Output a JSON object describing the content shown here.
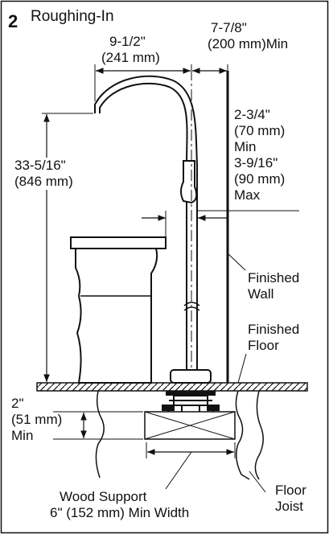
{
  "header": {
    "step_number": "2",
    "title": "Roughing-In"
  },
  "dimensions": {
    "spout_reach": [
      "9-1/2\"",
      "(241 mm)"
    ],
    "wall_clearance": [
      "7-7/8\"",
      "(200 mm)Min"
    ],
    "spout_height": [
      "33-5/16\"",
      "(846 mm)"
    ],
    "wall_offset": [
      "2-3/4\"",
      "(70 mm)",
      "Min",
      "3-9/16\"",
      "(90 mm)",
      "Max"
    ],
    "support_depth": [
      "2\"",
      "(51 mm)",
      "Min"
    ]
  },
  "callouts": {
    "finished_wall": [
      "Finished",
      "Wall"
    ],
    "finished_floor": [
      "Finished",
      "Floor"
    ],
    "wood_support": [
      "Wood Support",
      "6\" (152 mm) Min Width"
    ],
    "floor_joist": [
      "Floor",
      "Joist"
    ]
  },
  "colors": {
    "line": "#111111",
    "background": "#ffffff"
  }
}
